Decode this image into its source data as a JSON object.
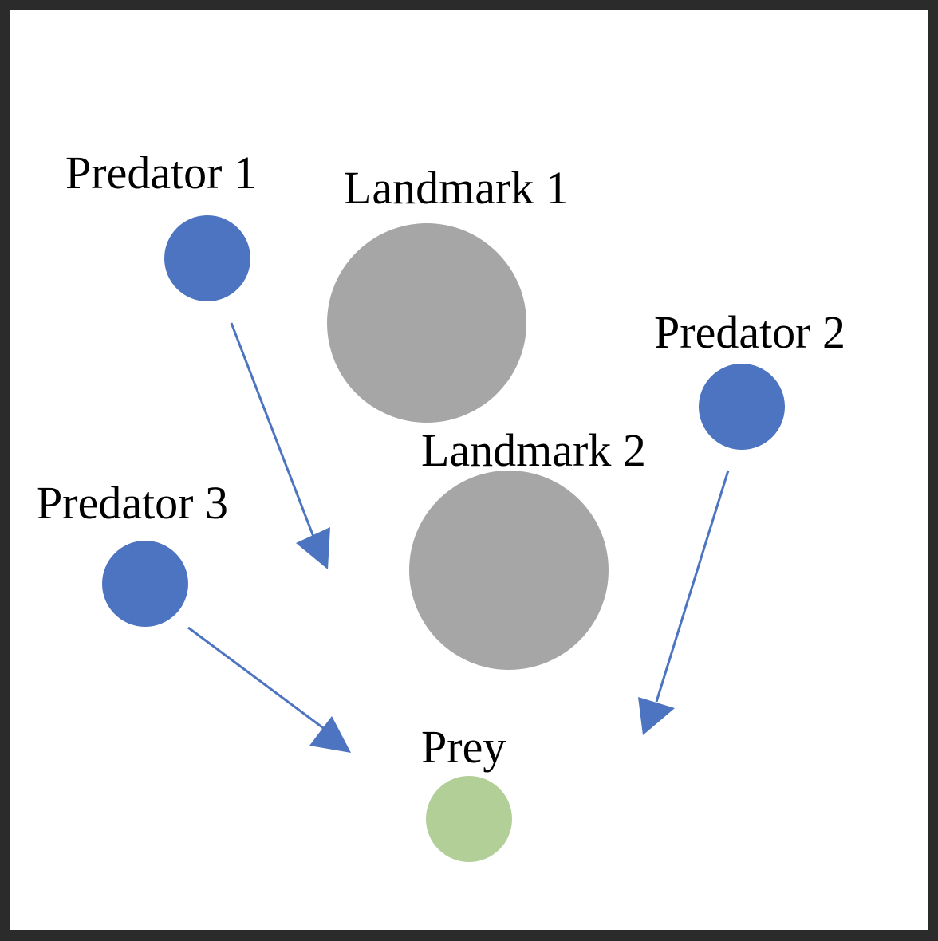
{
  "colors": {
    "predator": "#4d74c0",
    "landmark": "#a6a6a6",
    "prey": "#b2cf97",
    "arrow": "#4d74c0",
    "text": "#000000",
    "background": "#ffffff",
    "frame": "#2b2b2b"
  },
  "labels": {
    "predator_1": "Predator 1",
    "predator_2": "Predator 2",
    "predator_3": "Predator 3",
    "landmark_1": "Landmark 1",
    "landmark_2": "Landmark 2",
    "prey": "Prey"
  }
}
